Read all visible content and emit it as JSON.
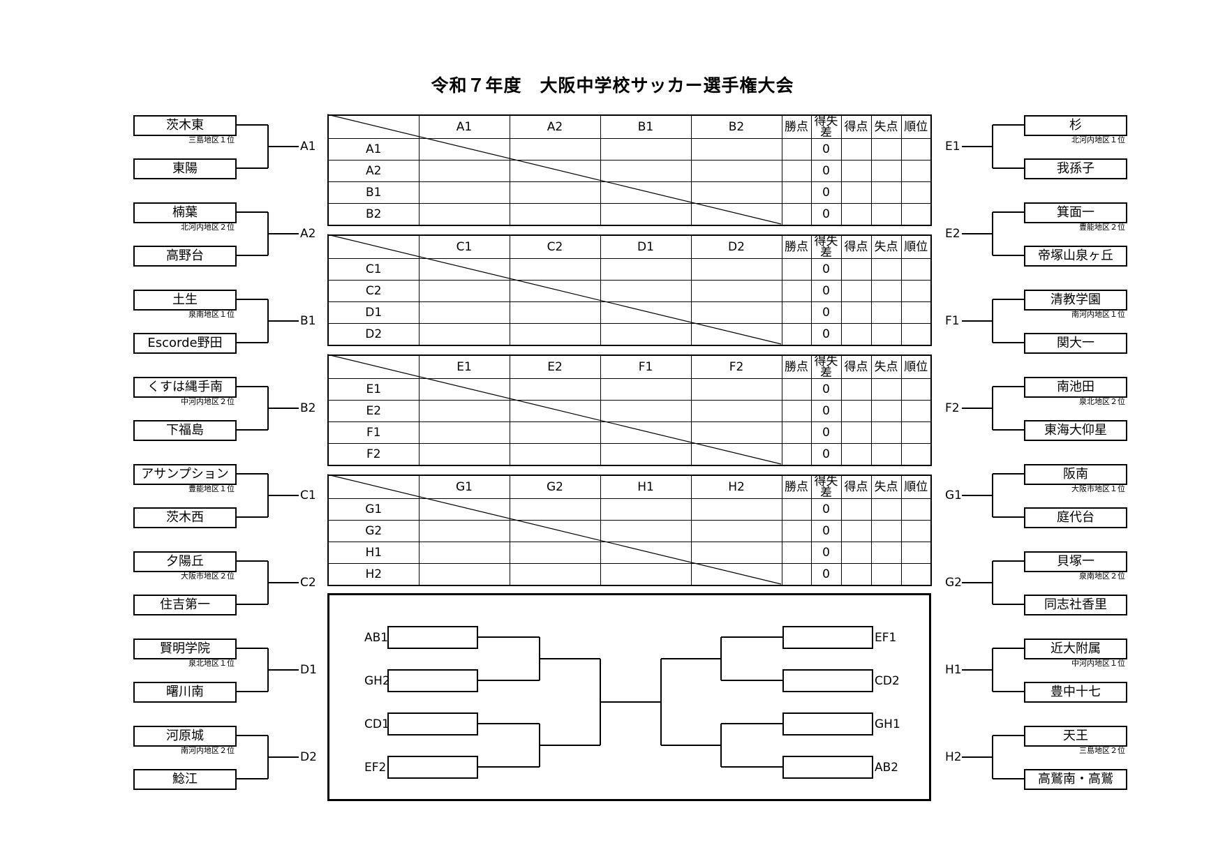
{
  "title": "令和７年度　大阪中学校サッカー選手権大会",
  "left_pairs": [
    {
      "slot": "A1",
      "top": {
        "name": "茨木東",
        "note": "三島地区１位"
      },
      "bottom": {
        "name": "東陽",
        "note": ""
      }
    },
    {
      "slot": "A2",
      "top": {
        "name": "楠葉",
        "note": "北河内地区２位"
      },
      "bottom": {
        "name": "高野台",
        "note": ""
      }
    },
    {
      "slot": "B1",
      "top": {
        "name": "土生",
        "note": "泉南地区１位"
      },
      "bottom": {
        "name": "Escorde野田",
        "note": ""
      }
    },
    {
      "slot": "B2",
      "top": {
        "name": "くすは縄手南",
        "note": "中河内地区２位"
      },
      "bottom": {
        "name": "下福島",
        "note": ""
      }
    },
    {
      "slot": "C1",
      "top": {
        "name": "アサンプション",
        "note": "豊能地区１位"
      },
      "bottom": {
        "name": "茨木西",
        "note": ""
      }
    },
    {
      "slot": "C2",
      "top": {
        "name": "夕陽丘",
        "note": "大阪市地区２位"
      },
      "bottom": {
        "name": "住吉第一",
        "note": ""
      }
    },
    {
      "slot": "D1",
      "top": {
        "name": "賢明学院",
        "note": "泉北地区１位"
      },
      "bottom": {
        "name": "曙川南",
        "note": ""
      }
    },
    {
      "slot": "D2",
      "top": {
        "name": "河原城",
        "note": "南河内地区２位"
      },
      "bottom": {
        "name": "鯰江",
        "note": ""
      }
    }
  ],
  "right_pairs": [
    {
      "slot": "E1",
      "top": {
        "name": "杉",
        "note": "北河内地区１位"
      },
      "bottom": {
        "name": "我孫子",
        "note": ""
      }
    },
    {
      "slot": "E2",
      "top": {
        "name": "箕面一",
        "note": "豊能地区２位"
      },
      "bottom": {
        "name": "帝塚山泉ヶ丘",
        "note": ""
      }
    },
    {
      "slot": "F1",
      "top": {
        "name": "清教学園",
        "note": "南河内地区１位"
      },
      "bottom": {
        "name": "関大一",
        "note": ""
      }
    },
    {
      "slot": "F2",
      "top": {
        "name": "南池田",
        "note": "泉北地区２位"
      },
      "bottom": {
        "name": "東海大仰星",
        "note": ""
      }
    },
    {
      "slot": "G1",
      "top": {
        "name": "阪南",
        "note": "大阪市地区１位"
      },
      "bottom": {
        "name": "庭代台",
        "note": ""
      }
    },
    {
      "slot": "G2",
      "top": {
        "name": "貝塚一",
        "note": "泉南地区２位"
      },
      "bottom": {
        "name": "同志社香里",
        "note": ""
      }
    },
    {
      "slot": "H1",
      "top": {
        "name": "近大附属",
        "note": "中河内地区１位"
      },
      "bottom": {
        "name": "豊中十七",
        "note": ""
      }
    },
    {
      "slot": "H2",
      "top": {
        "name": "天王",
        "note": "三島地区２位"
      },
      "bottom": {
        "name": "高鷲南・高鷲",
        "note": ""
      }
    }
  ],
  "table_headers": {
    "win_points": "勝点",
    "goal_diff": "得失差",
    "goals_for": "得点",
    "goals_against": "失点",
    "rank": "順位"
  },
  "groups": [
    {
      "teams": [
        "A1",
        "A2",
        "B1",
        "B2"
      ],
      "goal_diff": [
        "0",
        "0",
        "0",
        "0"
      ]
    },
    {
      "teams": [
        "C1",
        "C2",
        "D1",
        "D2"
      ],
      "goal_diff": [
        "0",
        "0",
        "0",
        "0"
      ]
    },
    {
      "teams": [
        "E1",
        "E2",
        "F1",
        "F2"
      ],
      "goal_diff": [
        "0",
        "0",
        "0",
        "0"
      ]
    },
    {
      "teams": [
        "G1",
        "G2",
        "H1",
        "H2"
      ],
      "goal_diff": [
        "0",
        "0",
        "0",
        "0"
      ]
    }
  ],
  "knockout": {
    "left": [
      "AB1",
      "GH2",
      "CD1",
      "EF2"
    ],
    "right": [
      "EF1",
      "CD2",
      "GH1",
      "AB2"
    ]
  }
}
